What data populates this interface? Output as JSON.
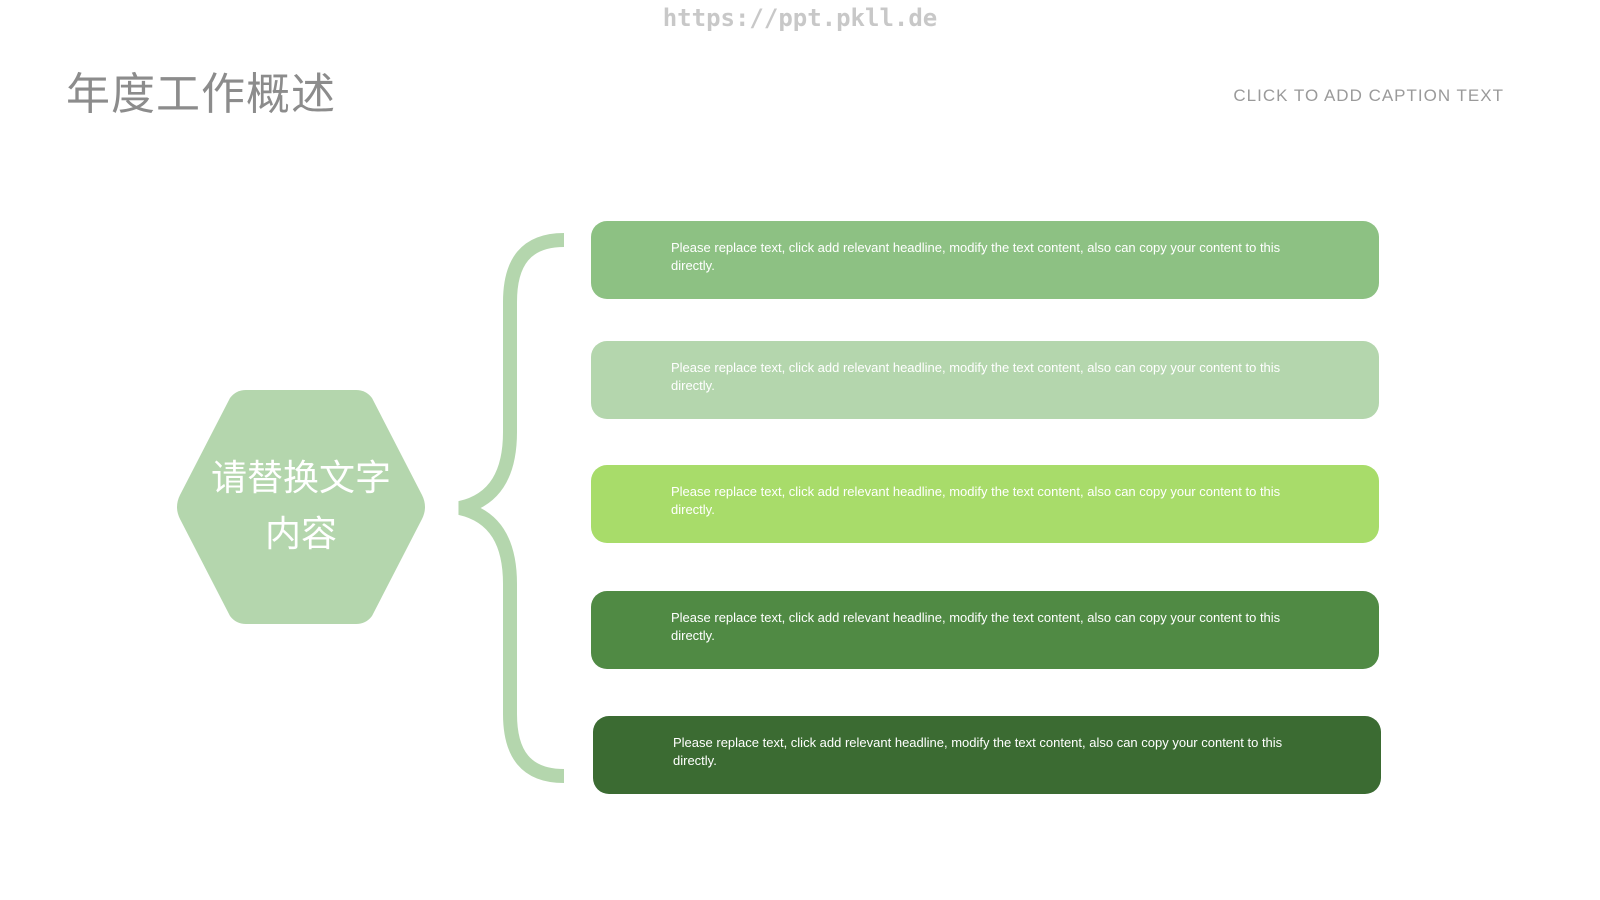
{
  "watermark": "https://ppt.pkll.de",
  "title": "年度工作概述",
  "caption": "CLICK TO ADD CAPTION TEXT",
  "hexagon": {
    "text": "请替换文字内容",
    "color": "#b4d6ad"
  },
  "brace_color": "#b4d6ad",
  "boxes": [
    {
      "text": "Please replace text, click add relevant headline, modify the text content, also can copy your content to this directly.",
      "color": "#8dc183"
    },
    {
      "text": "Please replace text, click add relevant headline, modify the text content, also can copy your content to this directly.",
      "color": "#b4d6ad"
    },
    {
      "text": "Please replace text, click add relevant headline, modify the text content, also can copy your content to this directly.",
      "color": "#a8dc6a"
    },
    {
      "text": "Please replace text, click add relevant headline, modify the text content, also can copy your content to this directly.",
      "color": "#508a44"
    },
    {
      "text": "Please replace text, click add relevant headline, modify the text content, also can copy your content to this directly.",
      "color": "#3b6b32"
    }
  ]
}
